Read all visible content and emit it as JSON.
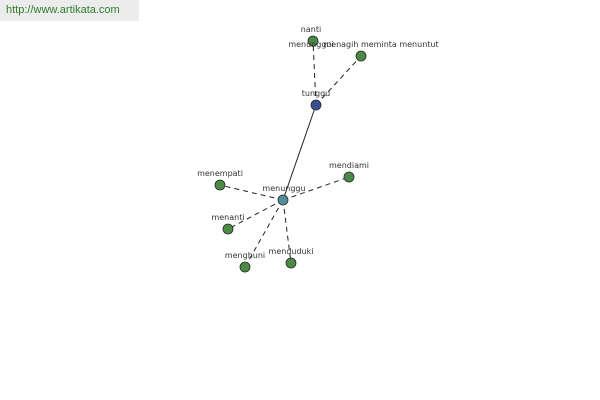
{
  "banner": {
    "url": "http://www.artikata.com"
  },
  "graph": {
    "nodes": [
      {
        "id": "tunggu",
        "label": "tunggu",
        "kind": "hub-a"
      },
      {
        "id": "menunggu",
        "label": "menunggu",
        "kind": "hub-b"
      },
      {
        "id": "nanti",
        "label": "nanti",
        "kind": "leaf"
      },
      {
        "id": "menunggui",
        "label": "menunggui",
        "kind": "leaf"
      },
      {
        "id": "menagih",
        "label": "menagih meminta menuntut",
        "kind": "leaf"
      },
      {
        "id": "menempati",
        "label": "menempati",
        "kind": "leaf"
      },
      {
        "id": "mendiami",
        "label": "mendiami",
        "kind": "leaf"
      },
      {
        "id": "menanti",
        "label": "menanti",
        "kind": "leaf"
      },
      {
        "id": "menghuni",
        "label": "menghuni",
        "kind": "leaf"
      },
      {
        "id": "menduduki",
        "label": "menduduki",
        "kind": "leaf"
      }
    ],
    "edges": [
      {
        "from": "tunggu",
        "to": "menunggu",
        "style": "solid"
      },
      {
        "from": "tunggu",
        "to": "menunggui",
        "style": "dashed"
      },
      {
        "from": "tunggu",
        "to": "menagih",
        "style": "dashed"
      },
      {
        "from": "menunggu",
        "to": "menempati",
        "style": "dashed"
      },
      {
        "from": "menunggu",
        "to": "mendiami",
        "style": "dashed"
      },
      {
        "from": "menunggu",
        "to": "menanti",
        "style": "dashed"
      },
      {
        "from": "menunggu",
        "to": "menghuni",
        "style": "dashed"
      },
      {
        "from": "menunggu",
        "to": "menduduki",
        "style": "dashed"
      }
    ]
  }
}
